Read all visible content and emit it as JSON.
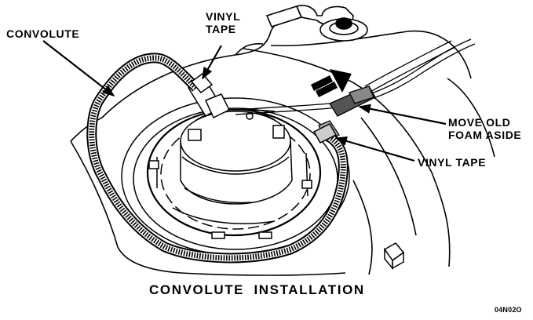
{
  "diagram": {
    "title": "CONVOLUTE INSTALLATION",
    "figure_code": "04N02O",
    "callouts": {
      "convolute": "CONVOLUTE",
      "vinyl_tape_top": "VINYL\nTAPE",
      "move_old_foam": "MOVE OLD\nFOAM ASIDE",
      "vinyl_tape_right": "VINYL TAPE"
    }
  }
}
